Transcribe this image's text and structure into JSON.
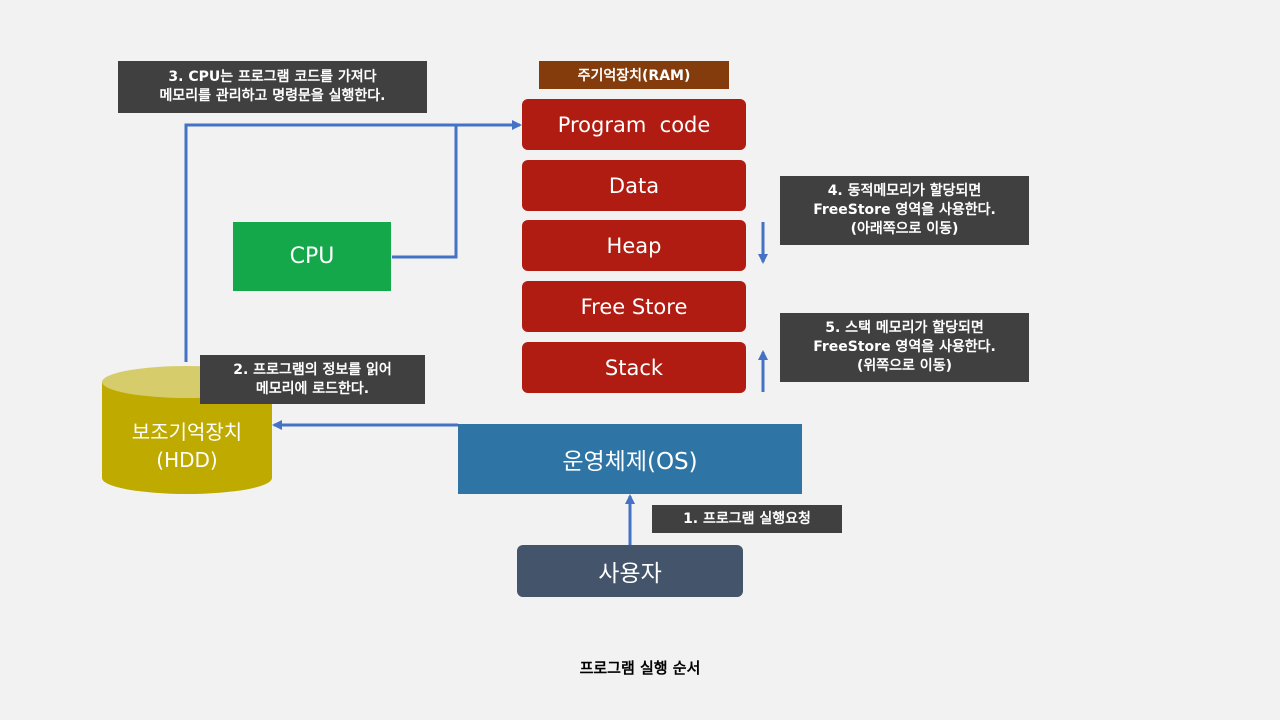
{
  "ram": {
    "header": "주기억장치(RAM)",
    "blocks": [
      "Program  code",
      "Data",
      "Heap",
      "Free Store",
      "Stack"
    ]
  },
  "cpu": {
    "label": "CPU"
  },
  "hdd": {
    "line1": "보조기억장치",
    "line2": "(HDD)"
  },
  "os": {
    "label": "운영체제(OS)"
  },
  "user": {
    "label": "사용자"
  },
  "notes": {
    "step1": "1. 프로그램 실행요청",
    "step2": [
      "2. 프로그램의 정보를 읽어",
      "메모리에 로드한다."
    ],
    "step3": [
      "3. CPU는 프로그램 코드를 가져다",
      "메모리를 관리하고 명령문을 실행한다."
    ],
    "step4": [
      "4. 동적메모리가 할당되면",
      "FreeStore 영역을 사용한다.",
      "(아래쪽으로 이동)"
    ],
    "step5": [
      "5. 스택 메모리가 할당되면",
      "FreeStore 영역을 사용한다.",
      "(위쪽으로 이동)"
    ]
  },
  "caption": "프로그램 실행 순서",
  "colors": {
    "background": "#f2f2f2",
    "ram_block": "#b01c12",
    "ram_header": "#843c0c",
    "cpu": "#14a84b",
    "os": "#2e75a6",
    "user": "#44546a",
    "hdd": "#bfaa00",
    "hdd_top": "#d6cc6b",
    "note": "#404040",
    "arrow": "#4472c4"
  }
}
